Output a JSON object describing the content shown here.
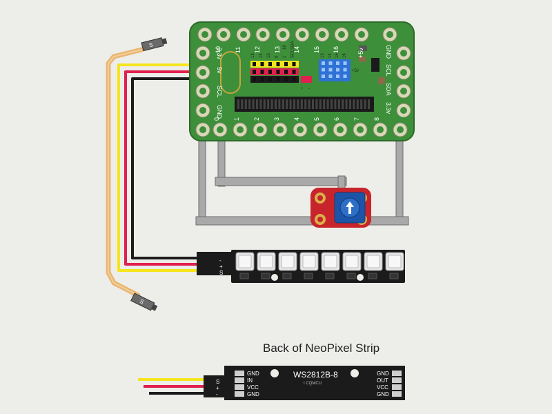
{
  "caption": "Back of NeoPixel Strip",
  "board": {
    "top_pins": [
      "9",
      "10",
      "11",
      "12",
      "13",
      "14",
      "15",
      "16"
    ],
    "top_power": "+5v",
    "bottom_pins": [
      "0",
      "1",
      "2",
      "3",
      "4",
      "5",
      "6",
      "7",
      "8"
    ],
    "left_side": [
      "3.3v",
      "5v",
      "SCL",
      "GND"
    ],
    "right_side": [
      "GND",
      "SCL",
      "SDA",
      "3.3v"
    ],
    "header_cols": [
      "13",
      "14",
      "15",
      "0",
      "1",
      "SCL"
    ],
    "header_cols2": [
      "16",
      "SDA"
    ],
    "right_header_cols": [
      "13",
      "14",
      "15",
      "16"
    ],
    "right_header_power": "+5v",
    "switch_plus": "+",
    "switch_minus": "-"
  },
  "connector_label": "S",
  "connector_marks": [
    "-",
    "+",
    "S"
  ],
  "strip_back": {
    "title": "WS2812B-8",
    "subtitle": "I CQMCU",
    "left_labels": [
      "GND",
      "IN",
      "VCC",
      "GND"
    ],
    "right_labels": [
      "GND",
      "OUT",
      "VCC",
      "GND"
    ],
    "wire_marks": [
      "S",
      "+",
      "-"
    ]
  },
  "colors": {
    "board": "#3d8f3a",
    "pad": "#d8d7b8",
    "wire_yellow": "#f5e51c",
    "wire_red": "#e0204e",
    "wire_black": "#1b1b1b",
    "tan_wire": "#e8b772",
    "frame": "#a9a9a9",
    "pot": "#c8242b",
    "pot_knob": "#1c55a8"
  }
}
